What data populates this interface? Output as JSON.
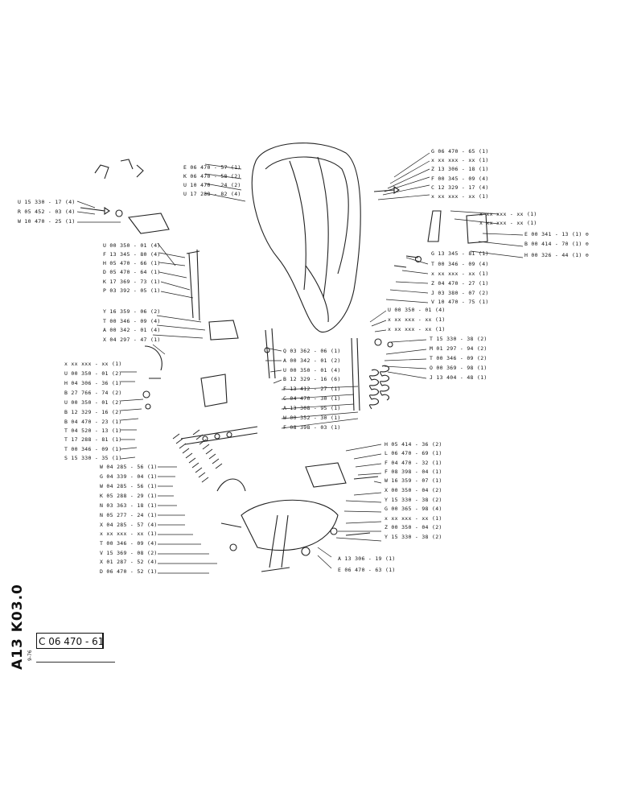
{
  "page": {
    "doc_title": "A13 K03.0",
    "doc_subtitle": "9-76",
    "drawing_code": "C 06 470 - 61"
  },
  "labels": [
    {
      "text": "E 06 470 - 57 (1)"
    },
    {
      "text": "K 06 470 - 58 (2)"
    },
    {
      "text": "U 10 470 - 24 (2)"
    },
    {
      "text": "U 17 288 - 82 (4)"
    },
    {
      "text": "U 15 330 - 17 (4)"
    },
    {
      "text": "R 05 452 - 03 (4)"
    },
    {
      "text": "W 10 470 - 25 (1)"
    },
    {
      "text": "U 00 350 - 01 (4)"
    },
    {
      "text": "F 13 345 - 80 (4)"
    },
    {
      "text": "H 05 470 - 66 (1)"
    },
    {
      "text": "D 05 470 - 64 (1)"
    },
    {
      "text": "K 17 369 - 73 (1)"
    },
    {
      "text": "P 03 392 - 05 (1)"
    },
    {
      "text": "Y 16 359 - 06 (2)"
    },
    {
      "text": "T 00 346 - 09 (4)"
    },
    {
      "text": "A 00 342 - 01 (4)"
    },
    {
      "text": "X 04 297 - 47 (1)"
    },
    {
      "text": "G 06 470 - 65 (1)"
    },
    {
      "text": "x xx xxx - xx (1)"
    },
    {
      "text": "Z 13 306 - 18 (1)"
    },
    {
      "text": "F 00 345 - 09 (4)"
    },
    {
      "text": "C 12 329 - 17 (4)"
    },
    {
      "text": "x xx xxx - xx (1)"
    },
    {
      "text": "x xx xxx - xx (1)"
    },
    {
      "text": "x xx xxx - xx (1)"
    },
    {
      "text": "E 00 341 - 13 (1) ⊖"
    },
    {
      "text": "B 00 414 - 70 (1) ⊖"
    },
    {
      "text": "H 00 326 - 44 (1) ⊖"
    },
    {
      "text": "G 13 345 - 81 (1)"
    },
    {
      "text": "T 00 346 - 09 (4)"
    },
    {
      "text": "x xx xxx - xx (1)"
    },
    {
      "text": "Z 04 470 - 27 (1)"
    },
    {
      "text": "J 03 380 - 07 (2)"
    },
    {
      "text": "V 10 470 - 75 (1)"
    },
    {
      "text": "U 00 350 - 01 (4)"
    },
    {
      "text": "x xx xxx - xx (1)"
    },
    {
      "text": "x xx xxx - xx (1)"
    },
    {
      "text": "T 15 330 - 38 (2)"
    },
    {
      "text": "M 01 297 - 94 (2)"
    },
    {
      "text": "T 00 346 - 09 (2)"
    },
    {
      "text": "O 00 369 - 98 (1)"
    },
    {
      "text": "J 13 404 - 48 (1)"
    },
    {
      "text": "x xx xxx - xx (1)"
    },
    {
      "text": "U 00 350 - 01 (2)"
    },
    {
      "text": "H 04 306 - 36 (1)"
    },
    {
      "text": "B 27 766 - 74 (2)"
    },
    {
      "text": "U 00 350 - 01 (2)"
    },
    {
      "text": "B 12 329 - 16 (2)"
    },
    {
      "text": "B 04 470 - 23 (1)"
    },
    {
      "text": "T 04 520 - 13 (1)"
    },
    {
      "text": "T 17 288 - 81 (1)"
    },
    {
      "text": "T 00 346 - 09 (1)"
    },
    {
      "text": "S 15 330 - 35 (1)"
    },
    {
      "text": "Q 03 362 - 06 (1)"
    },
    {
      "text": "A 00 342 - 01 (2)"
    },
    {
      "text": "U 00 350 - 01 (4)"
    },
    {
      "text": "B 12 329 - 16 (6)"
    },
    {
      "text": "F 13 412 - 27 (1)"
    },
    {
      "text": "C 04 470 - 30 (1)"
    },
    {
      "text": "A 13 308 - 95 (1)"
    },
    {
      "text": "W 00 352 - 30 (1)"
    },
    {
      "text": "F 08 398 - 03 (1)"
    },
    {
      "text": "H 05 414 - 36 (2)"
    },
    {
      "text": "L 06 470 - 69 (1)"
    },
    {
      "text": "F 04 470 - 32 (1)"
    },
    {
      "text": "F 08 398 - 04 (1)"
    },
    {
      "text": "W 16 359 - 07 (1)"
    },
    {
      "text": "X 00 350 - 04 (2)"
    },
    {
      "text": "Y 15 330 - 38 (2)"
    },
    {
      "text": "G 00 365 - 98 (4)"
    },
    {
      "text": "x xx xxx - xx (1)"
    },
    {
      "text": "Z 00 350 - 04 (2)"
    },
    {
      "text": "Y 15 330 - 38 (2)"
    },
    {
      "text": "W 04 285 - 56 (1)"
    },
    {
      "text": "G 04 339 - 04 (1)"
    },
    {
      "text": "W 04 285 - 56 (1)"
    },
    {
      "text": "K 05 288 - 29 (1)"
    },
    {
      "text": "N 03 363 - 18 (1)"
    },
    {
      "text": "N 05 277 - 24 (1)"
    },
    {
      "text": "X 04 285 - 57 (4)"
    },
    {
      "text": "x xx xxx - xx (1)"
    },
    {
      "text": "T 00 346 - 09 (4)"
    },
    {
      "text": "V 15 369 - 08 (2)"
    },
    {
      "text": "X 01 287 - 52 (4)"
    },
    {
      "text": "D 06 470 - 52 (1)"
    },
    {
      "text": "A 13 306 - 19 (1)"
    },
    {
      "text": "E 06 470 - 63 (1)"
    }
  ]
}
